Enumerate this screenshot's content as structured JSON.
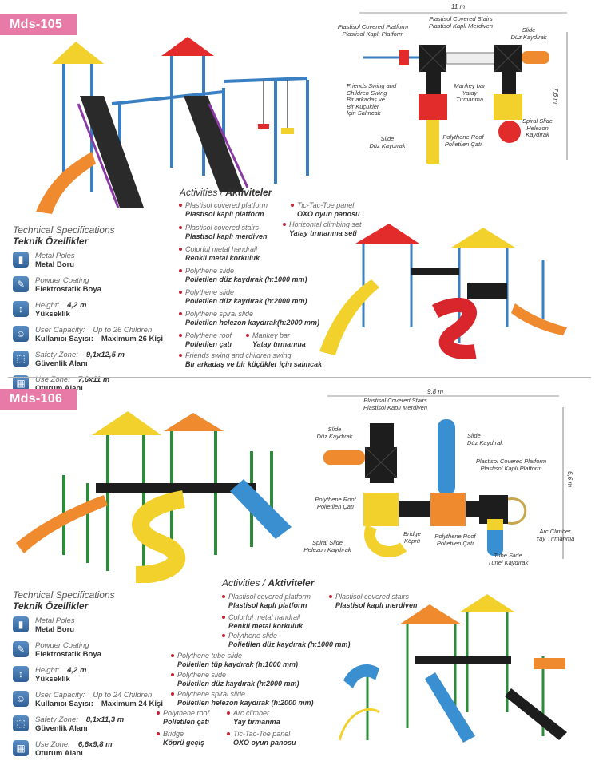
{
  "products": [
    {
      "model": "Mds-105",
      "spec_title_en": "Technical Specifications",
      "spec_title_tr": "Teknik Özellikler",
      "specs": [
        {
          "icon": "pole-icon",
          "en": "Metal Poles",
          "tr": "Metal Boru",
          "val_en": "",
          "val_tr": ""
        },
        {
          "icon": "paint-icon",
          "en": "Powder Coating",
          "tr": "Elektrostatik Boya",
          "val_en": "",
          "val_tr": ""
        },
        {
          "icon": "height-icon",
          "en": "Height:",
          "tr": "Yükseklik",
          "val_en": "4,2 m",
          "val_tr": ""
        },
        {
          "icon": "users-icon",
          "en": "User Capacity:",
          "tr": "Kullanıcı Sayısı:",
          "val_en": "Up to 26 Children",
          "val_tr": "Maximum 26 Kişi"
        },
        {
          "icon": "safety-icon",
          "en": "Safety Zone:",
          "tr": "Güvenlik Alanı",
          "val_en": "9,1x12,5 m",
          "val_tr": ""
        },
        {
          "icon": "zone-icon",
          "en": "Use Zone:",
          "tr": "Oturum Alanı",
          "val_en": "7,6x11 m",
          "val_tr": ""
        }
      ],
      "activities_title_en": "Activities /",
      "activities_title_tr": "Aktiviteler",
      "activities": [
        {
          "en": "Plastisol covered platform",
          "tr": "Plastisol kaplı platform"
        },
        {
          "en": "Tic-Tac-Toe panel",
          "tr": "OXO oyun panosu"
        },
        {
          "en": "Horizontal climbing set",
          "tr": "Yatay tırmanma seti"
        },
        {
          "en": "Plastisol covered stairs",
          "tr": "Plastisol kaplı merdiven"
        },
        {
          "en": "Colorful metal handrail",
          "tr": "Renkli metal korkuluk"
        },
        {
          "en": "Polythene slide",
          "tr": "Polietilen düz kaydırak (h:1000 mm)"
        },
        {
          "en": "Polythene slide",
          "tr": "Polietilen düz kaydırak (h:2000 mm)"
        },
        {
          "en": "Polythene spiral slide",
          "tr": "Polietilen helezon kaydırak(h:2000 mm)"
        },
        {
          "en": "Polythene roof",
          "tr": "Polietilen çatı"
        },
        {
          "en": "Mankey bar",
          "tr": "Yatay tırmanma"
        },
        {
          "en": "Friends swing and children swing",
          "tr": "Bir arkadaş ve bir küçükler için salıncak"
        }
      ],
      "plan": {
        "width_dim": "11 m",
        "height_dim": "7,6 m",
        "labels": [
          "Plastisol Covered Platform\nPlastisol Kaplı Platform",
          "Plastisol Covered Stairs\nPlastisol Kaplı Merdiven",
          "Slide\nDüz Kaydırak",
          "Friends Swing and\nChildren Swing\nBir arkadaş ve\nBir Küçükler\nİçin Salıncak",
          "Mankey bar\nYatay\nTırmanma",
          "Spiral Slide\nHelezon\nKaydırak",
          "Polythene Roof\nPolietilen Çatı",
          "Slide\nDüz Kaydırak"
        ]
      }
    },
    {
      "model": "Mds-106",
      "spec_title_en": "Technical Specifications",
      "spec_title_tr": "Teknik Özellikler",
      "specs": [
        {
          "icon": "pole-icon",
          "en": "Metal Poles",
          "tr": "Metal Boru",
          "val_en": "",
          "val_tr": ""
        },
        {
          "icon": "paint-icon",
          "en": "Powder Coating",
          "tr": "Elektrostatik Boya",
          "val_en": "",
          "val_tr": ""
        },
        {
          "icon": "height-icon",
          "en": "Height:",
          "tr": "Yükseklik",
          "val_en": "4,2 m",
          "val_tr": ""
        },
        {
          "icon": "users-icon",
          "en": "User Capacity:",
          "tr": "Kullanıcı Sayısı:",
          "val_en": "Up to 24 Children",
          "val_tr": "Maximum 24 Kişi"
        },
        {
          "icon": "safety-icon",
          "en": "Safety Zone:",
          "tr": "Güvenlik Alanı",
          "val_en": "8,1x11,3 m",
          "val_tr": ""
        },
        {
          "icon": "zone-icon",
          "en": "Use Zone:",
          "tr": "Oturum Alanı",
          "val_en": "6,6x9,8 m",
          "val_tr": ""
        }
      ],
      "activities_title_en": "Activities /",
      "activities_title_tr": "Aktiviteler",
      "activities": [
        {
          "en": "Plastisol covered platform",
          "tr": "Plastisol kaplı platform"
        },
        {
          "en": "Plastisol covered stairs",
          "tr": "Plastisol kaplı merdiven"
        },
        {
          "en": "Colorful metal handrail",
          "tr": "Renkli metal korkuluk"
        },
        {
          "en": "Polythene slide",
          "tr": "Polietilen düz kaydırak (h:1000 mm)"
        },
        {
          "en": "Polythene tube slide",
          "tr": "Polietilen tüp kaydırak (h:1000 mm)"
        },
        {
          "en": "Polythene slide",
          "tr": "Polietilen düz kaydırak (h:2000 mm)"
        },
        {
          "en": "Polythene spiral slide",
          "tr": "Polietilen helezon kaydırak (h:2000 mm)"
        },
        {
          "en": "Polythene roof",
          "tr": "Polietilen çatı"
        },
        {
          "en": "Arc climber",
          "tr": "Yay tırmanma"
        },
        {
          "en": "Bridge",
          "tr": "Köprü geçiş"
        },
        {
          "en": "Tic-Tac-Toe panel",
          "tr": "OXO oyun panosu"
        }
      ],
      "plan": {
        "width_dim": "9,8 m",
        "height_dim": "6,6 m",
        "labels": [
          "Plastisol Covered Stairs\nPlastisol Kaplı Merdiven",
          "Slide\nDüz Kaydırak",
          "Slide\nDüz Kaydırak",
          "Plastisol Covered Platform\nPlastisol Kaplı Platform",
          "Polythene Roof\nPolietilen Çatı",
          "Arc Climber\nYay Tırmanma",
          "Spiral Slide\nHelezon Kaydırak",
          "Bridge\nKöprü",
          "Polythene Roof\nPolietilen Çatı",
          "Tube Slide\nTünel Kaydırak"
        ]
      }
    }
  ]
}
